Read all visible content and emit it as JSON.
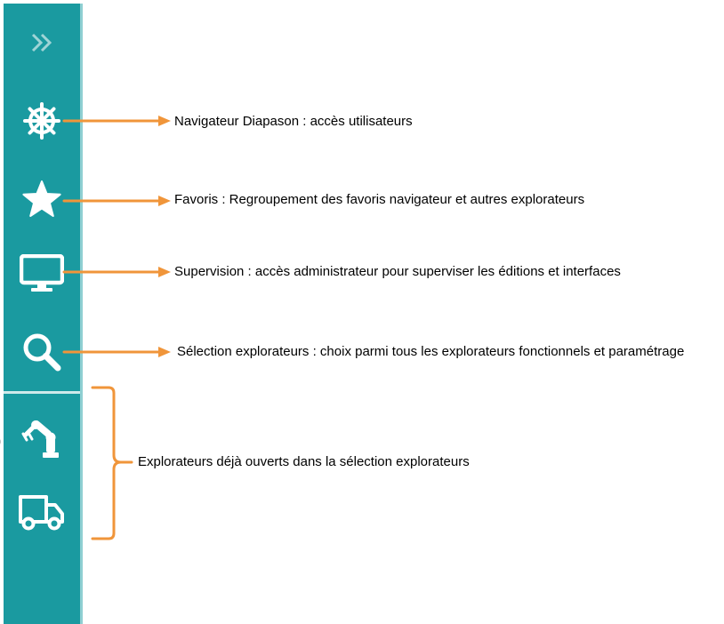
{
  "sidebar": {
    "background": "#1a9aa0",
    "items": [
      {
        "id": "expand",
        "icon": "double-chevron-right-icon"
      },
      {
        "id": "navigator",
        "icon": "ship-wheel-icon"
      },
      {
        "id": "favorites",
        "icon": "star-icon"
      },
      {
        "id": "supervision",
        "icon": "monitor-icon"
      },
      {
        "id": "explorer-selection",
        "icon": "search-icon"
      },
      {
        "id": "open-explorer-robot",
        "icon": "robot-arm-icon"
      },
      {
        "id": "open-explorer-truck",
        "icon": "truck-icon"
      }
    ]
  },
  "annotations": {
    "color": "#f0953a",
    "navigator": "Navigateur Diapason : accès utilisateurs",
    "favorites": "Favoris : Regroupement des favoris navigateur et autres explorateurs",
    "supervision": "Supervision : accès administrateur pour superviser les éditions et interfaces",
    "explorer_selection": "Sélection explorateurs : choix parmi tous les explorateurs fonctionnels et paramétrage",
    "open_explorers": "Explorateurs déjà ouverts dans la sélection explorateurs"
  }
}
